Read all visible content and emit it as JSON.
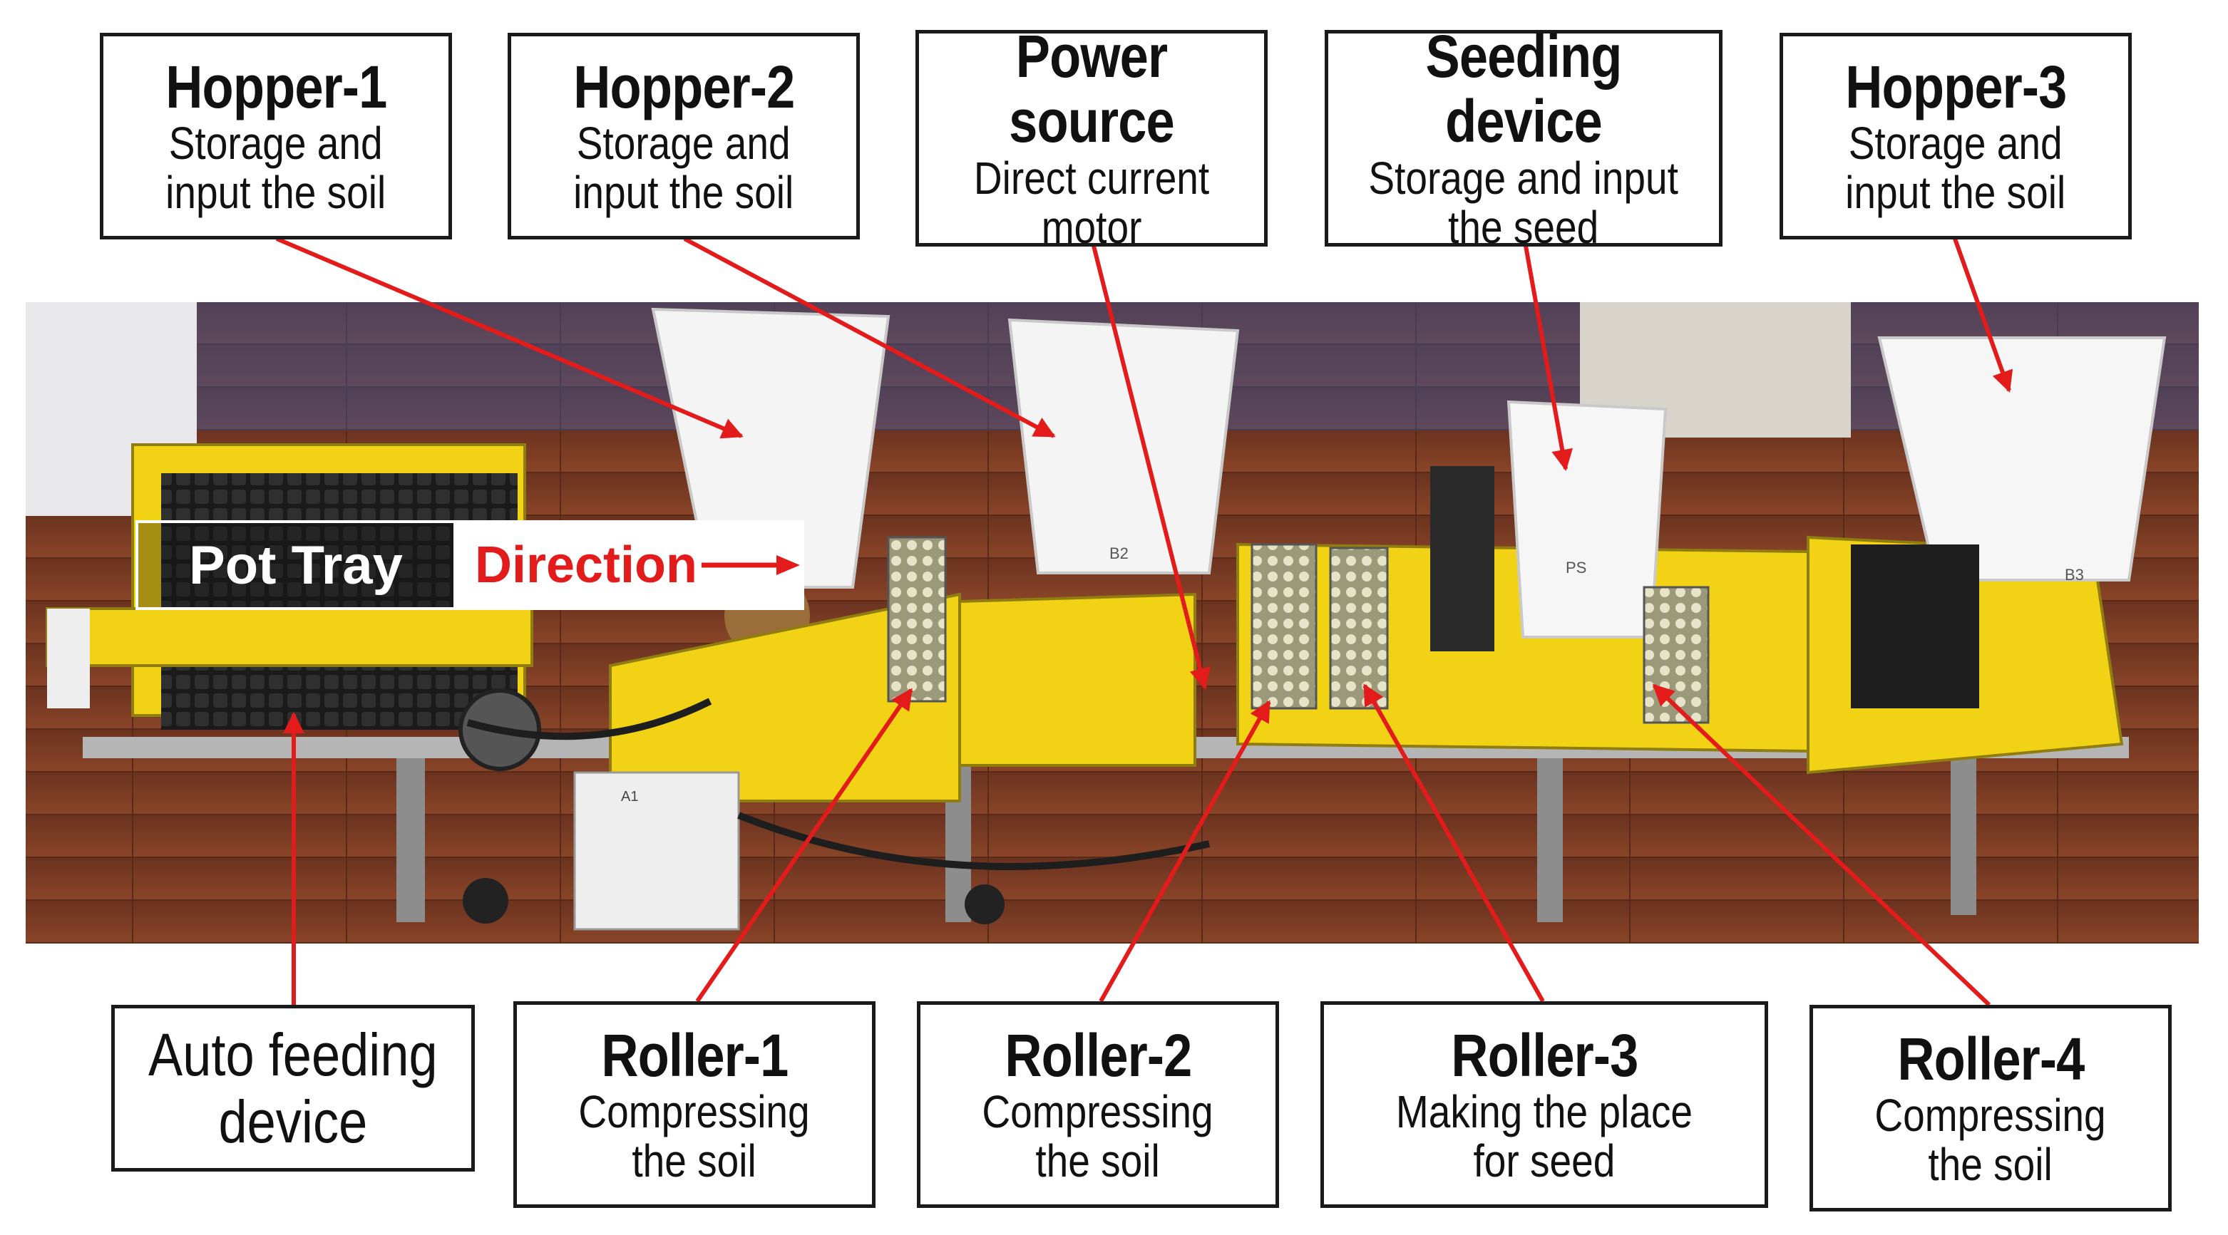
{
  "top_labels": [
    {
      "title": "Hopper-1",
      "desc": "Storage and\ninput the soil"
    },
    {
      "title": "Hopper-2",
      "desc": "Storage and\ninput the soil"
    },
    {
      "title": "Power source",
      "desc": "Direct current\nmotor"
    },
    {
      "title": "Seeding device",
      "desc": "Storage and input\nthe seed"
    },
    {
      "title": "Hopper-3",
      "desc": "Storage and\ninput the soil"
    }
  ],
  "bottom_labels": [
    {
      "text": "Auto feeding\ndevice"
    },
    {
      "title": "Roller-1",
      "desc": "Compressing\nthe soil"
    },
    {
      "title": "Roller-2",
      "desc": "Compressing\nthe soil"
    },
    {
      "title": "Roller-3",
      "desc": "Making the place\nfor seed"
    },
    {
      "title": "Roller-4",
      "desc": "Compressing\nthe soil"
    }
  ],
  "overlay": {
    "pot_tray": "Pot Tray",
    "direction": "Direction"
  },
  "photo_marks": {
    "hopper_a1": "A1",
    "hopper_b2": "B2",
    "hopper_b3": "B3",
    "seeder_ps": "PS"
  },
  "colors": {
    "arrow": "#e31b1b",
    "machine_yellow": "#f2d214",
    "floor": "#7a3a22"
  }
}
